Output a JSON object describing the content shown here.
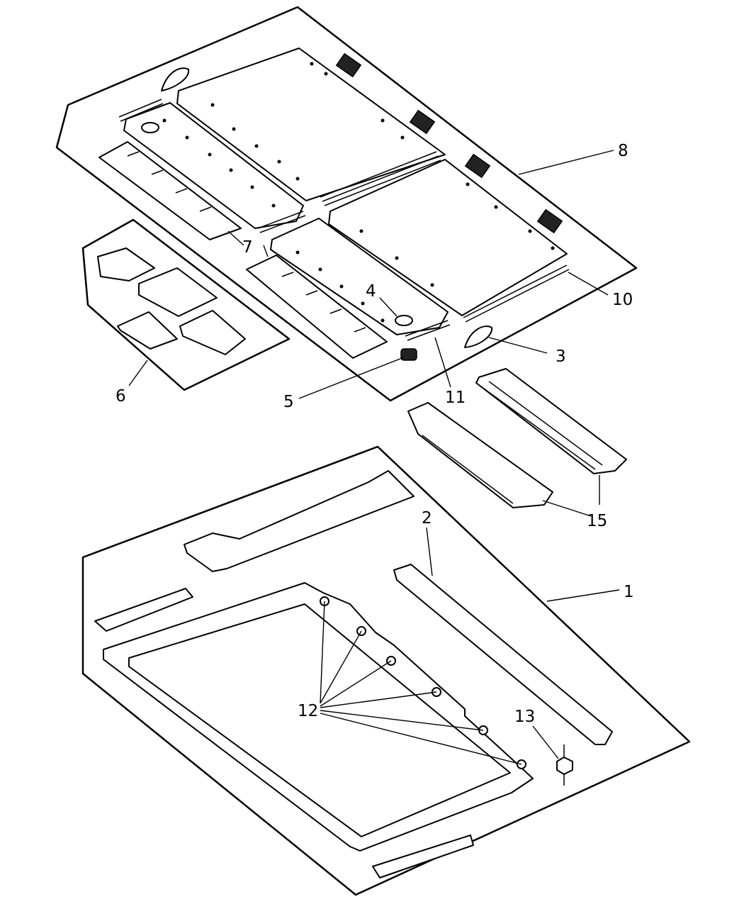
{
  "callouts": [
    {
      "id": "1",
      "label": "1"
    },
    {
      "id": "2",
      "label": "2"
    },
    {
      "id": "3",
      "label": "3"
    },
    {
      "id": "4",
      "label": "4"
    },
    {
      "id": "5",
      "label": "5"
    },
    {
      "id": "6",
      "label": "6"
    },
    {
      "id": "7",
      "label": "7"
    },
    {
      "id": "8",
      "label": "8"
    },
    {
      "id": "10",
      "label": "10"
    },
    {
      "id": "11",
      "label": "11"
    },
    {
      "id": "12",
      "label": "12"
    },
    {
      "id": "13",
      "label": "13"
    },
    {
      "id": "15",
      "label": "15"
    }
  ]
}
